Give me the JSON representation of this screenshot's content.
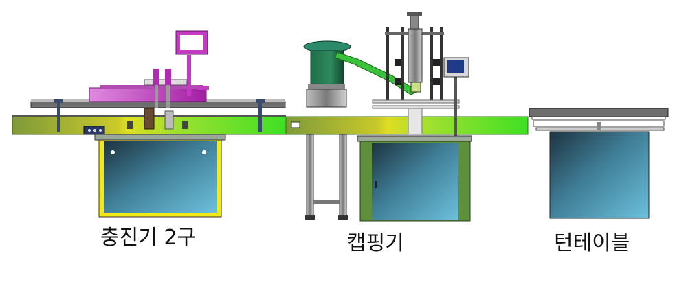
{
  "machines": [
    {
      "id": "filler",
      "label": "충진기 2구"
    },
    {
      "id": "capper",
      "label": "캡핑기"
    },
    {
      "id": "turntable",
      "label": "턴테이블"
    }
  ],
  "colors": {
    "conveyor_olive": "#8aa43c",
    "conveyor_yellow": "#e6e61e",
    "conveyor_green": "#3ee024",
    "cabinet_teal": "#5aa7c6",
    "cabinet_dark": "#1d3440",
    "frame_yellow": "#f3e81c",
    "frame_green": "#5f8f3a",
    "magenta": "#c33ac3",
    "hopper_green": "#2f8a5e",
    "chute_green": "#38c33a",
    "steel_grey": "#9a9a9a"
  }
}
